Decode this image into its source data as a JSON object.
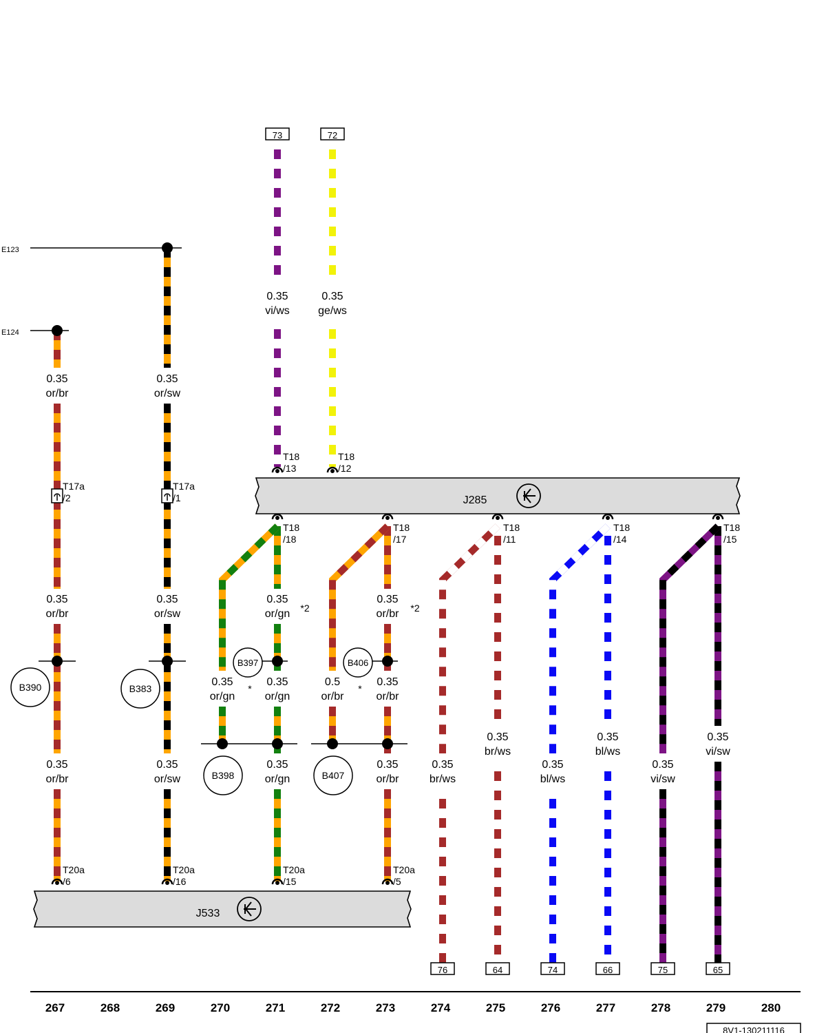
{
  "colors": {
    "vi": "#7d1485",
    "ws": "#ffffff",
    "ge": "#f2f20a",
    "or": "#ffa500",
    "br": "#a52a2a",
    "sw": "#000000",
    "gn": "#12800f",
    "bl": "#0a0af5",
    "module_fill": "#dcdcdc"
  },
  "labels": {
    "e123": "E123",
    "e124": "E124",
    "j285": "J285",
    "j533": "J533",
    "t73": "73",
    "t72": "72",
    "t76": "76",
    "t64": "64",
    "t74": "74",
    "t66": "66",
    "t75": "75",
    "t65": "65",
    "b390": "B390",
    "b383": "B383",
    "b397": "B397",
    "b398": "B398",
    "b406": "B406",
    "b407": "B407",
    "star": "*",
    "star2": "*2",
    "doc_id": "8V1-130211116"
  },
  "wires": [
    {
      "id": "w403a",
      "size": "0.35",
      "color": "vi/ws"
    },
    {
      "id": "w483a",
      "size": "0.35",
      "color": "ge/ws"
    },
    {
      "id": "w83a",
      "size": "0.35",
      "color": "or/br"
    },
    {
      "id": "w243a",
      "size": "0.35",
      "color": "or/sw"
    },
    {
      "id": "w83b",
      "size": "0.35",
      "color": "or/br"
    },
    {
      "id": "w243b",
      "size": "0.35",
      "color": "or/sw"
    },
    {
      "id": "w403b",
      "size": "0.35",
      "color": "or/gn"
    },
    {
      "id": "w563b",
      "size": "0.35",
      "color": "or/br"
    },
    {
      "id": "w323c",
      "size": "0.35",
      "color": "or/gn"
    },
    {
      "id": "w403c",
      "size": "0.35",
      "color": "or/gn"
    },
    {
      "id": "w483c",
      "size": "0.5",
      "color": "or/br"
    },
    {
      "id": "w563c",
      "size": "0.35",
      "color": "or/br"
    },
    {
      "id": "w723c",
      "size": "0.35",
      "color": "br/ws"
    },
    {
      "id": "w883c",
      "size": "0.35",
      "color": "bl/ws"
    },
    {
      "id": "w1043c",
      "size": "0.35",
      "color": "vi/sw"
    },
    {
      "id": "w83d",
      "size": "0.35",
      "color": "or/br"
    },
    {
      "id": "w243d",
      "size": "0.35",
      "color": "or/sw"
    },
    {
      "id": "w403d",
      "size": "0.35",
      "color": "or/gn"
    },
    {
      "id": "w563d",
      "size": "0.35",
      "color": "or/br"
    },
    {
      "id": "w643d",
      "size": "0.35",
      "color": "br/ws"
    },
    {
      "id": "w803d",
      "size": "0.35",
      "color": "bl/ws"
    },
    {
      "id": "w963d",
      "size": "0.35",
      "color": "vi/sw"
    }
  ],
  "connectors": [
    {
      "id": "c1",
      "name": "T18",
      "pin": "/13"
    },
    {
      "id": "c2",
      "name": "T18",
      "pin": "/12"
    },
    {
      "id": "c3",
      "name": "T18",
      "pin": "/18"
    },
    {
      "id": "c4",
      "name": "T18",
      "pin": "/17"
    },
    {
      "id": "c5",
      "name": "T18",
      "pin": "/11"
    },
    {
      "id": "c6",
      "name": "T18",
      "pin": "/14"
    },
    {
      "id": "c7",
      "name": "T18",
      "pin": "/15"
    },
    {
      "id": "c8",
      "name": "T17a",
      "pin": "/2"
    },
    {
      "id": "c9",
      "name": "T17a",
      "pin": "/1"
    },
    {
      "id": "c10",
      "name": "T20a",
      "pin": "/6"
    },
    {
      "id": "c11",
      "name": "T20a",
      "pin": "/16"
    },
    {
      "id": "c12",
      "name": "T20a",
      "pin": "/15"
    },
    {
      "id": "c13",
      "name": "T20a",
      "pin": "/5"
    }
  ],
  "tracks": [
    "267",
    "268",
    "269",
    "270",
    "271",
    "272",
    "273",
    "274",
    "275",
    "276",
    "277",
    "278",
    "279",
    "280"
  ]
}
